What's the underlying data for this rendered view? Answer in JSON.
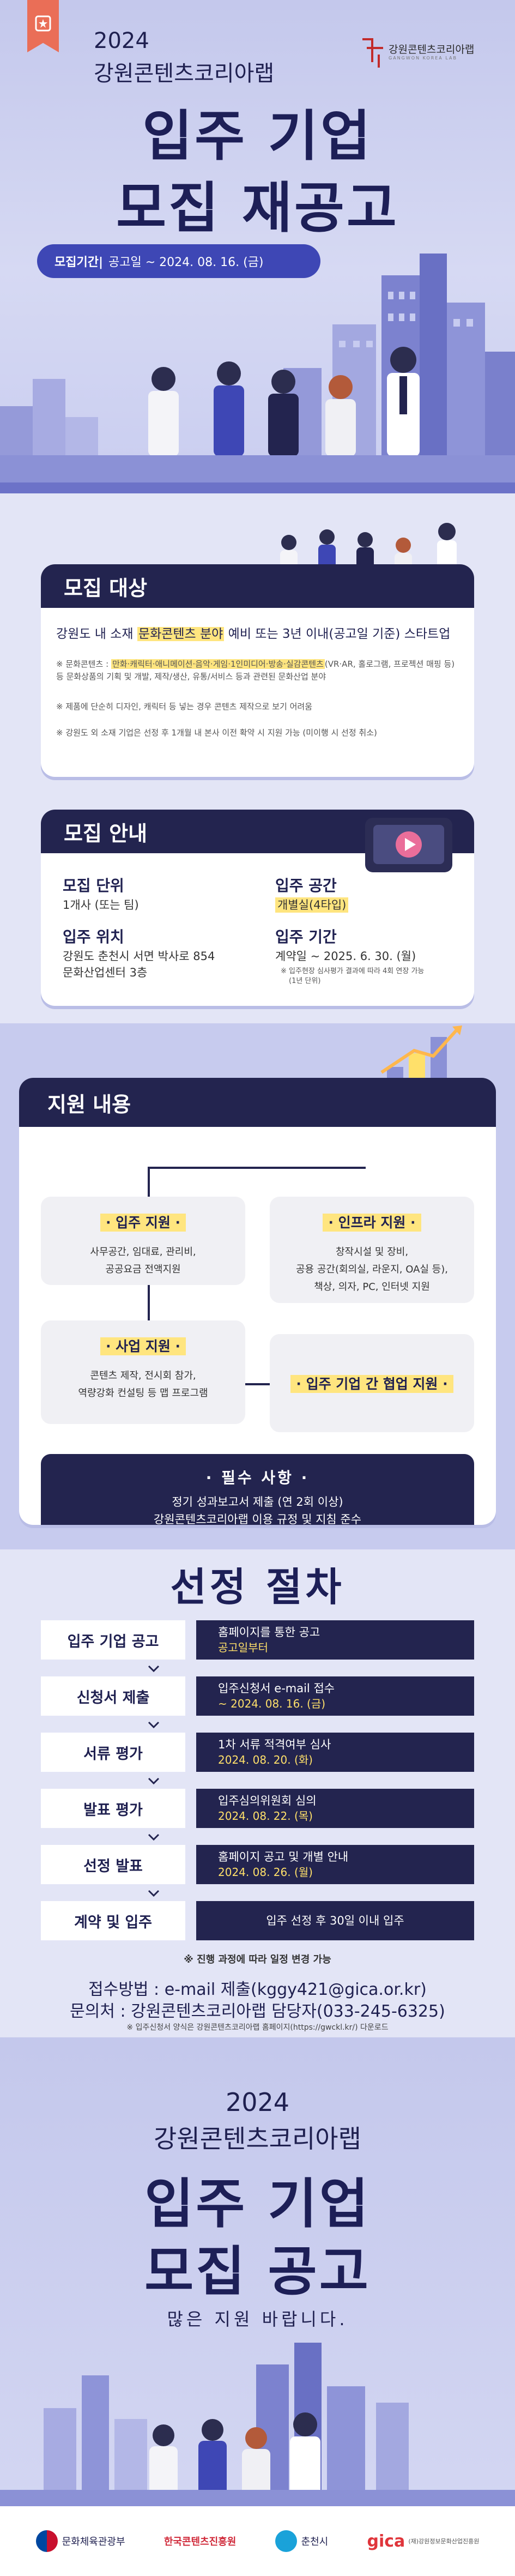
{
  "hero": {
    "year": "2024",
    "org": "강원콘텐츠코리아랩",
    "logo_text": "강원콘텐츠코리아랩",
    "logo_sub": "GANGWON KOREA LAB",
    "title_line1": "입주 기업",
    "title_line2": "모집 재공고",
    "period_label": "모집기간|",
    "period_value": "공고일 ~ 2024. 08. 16. (금)"
  },
  "target": {
    "heading": "모집 대상",
    "main_pre": "강원도 내 소재 ",
    "main_hl": "문화콘텐츠 분야",
    "main_post": " 예비 또는 3년 이내(공고일 기준) 스타트업",
    "note1_pre": "※ 문화콘텐츠 : ",
    "note1_hl": "만화·캐릭터·애니메이션·음악·게임·1인미디어·방송·실감콘텐츠",
    "note1_post": "(VR·AR, 홀로그램, 프로젝션 매핑 등) 등 문화상품의 기획 및 개발, 제작/생산, 유통/서비스 등과 관련된 문화산업 분야",
    "note2": "※ 제품에 단순히 디자인, 캐릭터 등 넣는 경우 콘텐츠 제작으로 보기 어려움",
    "note3": "※ 강원도 외 소재 기업은 선정 후 1개월 내 본사 이전 확약 시 지원 가능 (미이행 시 선정 취소)"
  },
  "guide": {
    "heading": "모집 안내",
    "unit_label": "모집 단위",
    "unit_value": "1개사 (또는 팀)",
    "loc_label": "입주 위치",
    "loc_value1": "강원도 춘천시 서면 박사로 854",
    "loc_value2": "문화산업센터 3층",
    "space_label": "입주 공간",
    "space_value": "개별실(4타입)",
    "period_label": "입주 기간",
    "period_value": "계약일 ~ 2025. 6. 30. (월)",
    "period_note1": "※ 입주현장 심사평가 결과에 따라 4회 연장 가능",
    "period_note2": "(1년 단위)"
  },
  "support": {
    "heading": "지원 내용",
    "box1_title": "· 입주 지원 ·",
    "box1_line1": "사무공간, 임대료, 관리비,",
    "box1_line2": "공공요금 전액지원",
    "box2_title": "· 인프라 지원 ·",
    "box2_line1": "창작시설 및 장비,",
    "box2_line2": "공용 공간(회의실, 라운지, OA실 등),",
    "box2_line3": "책상, 의자, PC, 인터넷 지원",
    "box3_title": "· 사업 지원 ·",
    "box3_line1": "콘텐츠 제작, 전시회 참가,",
    "box3_line2": "역량강화 컨설팅 등 맵 프로그램",
    "box4_title": "· 입주 기업 간 협업 지원 ·",
    "req_title": "· 필수 사항 ·",
    "req_line1": "정기 성과보고서 제출 (연 2회 이상)",
    "req_line2": "강원콘텐츠코리아랩 이용 규정 및 지침 준수"
  },
  "process": {
    "heading": "선정 절차",
    "steps": [
      {
        "name": "입주 기업 공고",
        "desc": "홈페이지를 통한 공고",
        "date": "공고일부터"
      },
      {
        "name": "신청서 제출",
        "desc": "입주신청서 e-mail 접수",
        "date": "~ 2024. 08. 16. (금)"
      },
      {
        "name": "서류 평가",
        "desc": "1차 서류 적격여부 심사",
        "date": "2024. 08. 20. (화)"
      },
      {
        "name": "발표 평가",
        "desc": "입주심의위원회 심의",
        "date": "2024. 08. 22. (목)"
      },
      {
        "name": "선정 발표",
        "desc": "홈페이지 공고 및 개별 안내",
        "date": "2024. 08. 26. (월)"
      },
      {
        "name": "계약 및 입주",
        "desc": "입주 선정 후 30일 이내 입주",
        "date": ""
      }
    ],
    "note": "※ 진행 과정에 따라 일정 변경 가능",
    "contact1": "접수방법 : e-mail 제출(kggy421@gica.or.kr)",
    "contact2": "문의처 : 강원콘텐츠코리아랩 담당자(033-245-6325)",
    "foot": "※ 입주신청서 양식은 강원콘텐츠코리아랩 홈페이지(https://gwckl.kr/) 다운로드"
  },
  "footer": {
    "year": "2024",
    "org": "강원콘텐츠코리아랩",
    "title_line1": "입주 기업",
    "title_line2": "모집 공고",
    "sub": "많은 지원 바랍니다.",
    "sponsors": [
      "문화체육관광부",
      "한국콘텐츠진흥원",
      "춘천시",
      "gica"
    ],
    "sponsor_sub": "(재)강원정보문화산업진흥원"
  },
  "colors": {
    "navy": "#23244f",
    "accent": "#3e47b5",
    "highlight": "#ffe57f",
    "badge": "#ea6e57"
  }
}
